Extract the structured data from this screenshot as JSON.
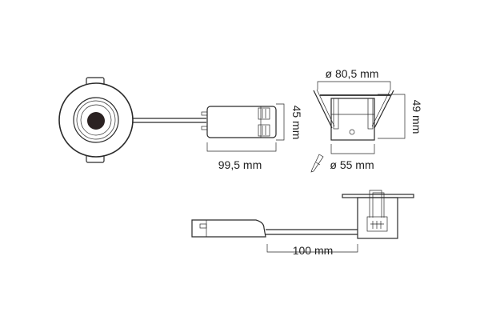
{
  "dimensions": {
    "driver_width": "99,5 mm",
    "driver_height": "45 mm",
    "flange_diameter": "ø 80,5 mm",
    "total_height": "49 mm",
    "cutout_diameter": "ø 55 mm",
    "cable_length": "100 mm"
  },
  "colors": {
    "line": "#2a2a2a",
    "lens": "#2b2222"
  }
}
